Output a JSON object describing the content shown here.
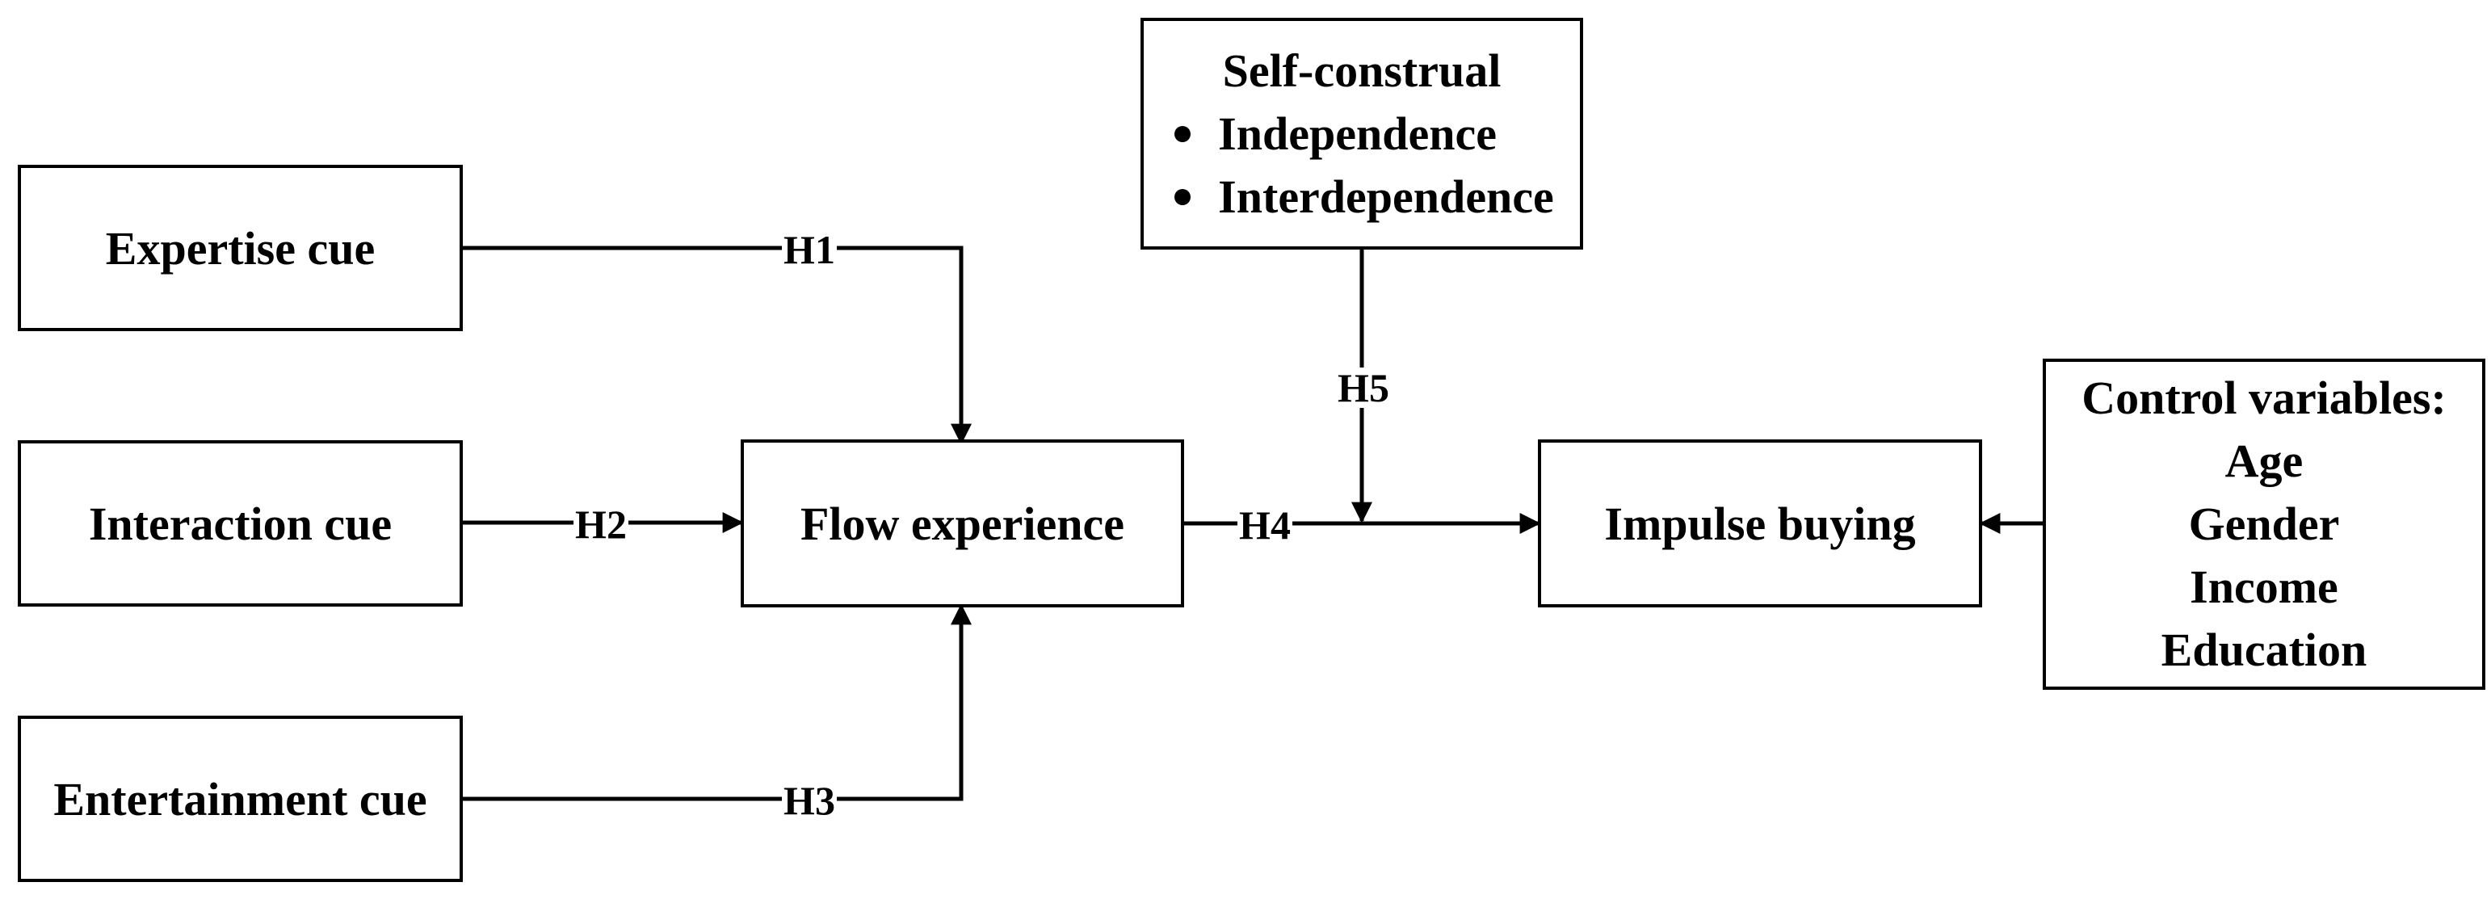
{
  "boxes": {
    "expertise": "Expertise cue",
    "interaction": "Interaction cue",
    "entertainment": "Entertainment cue",
    "flow": "Flow experience",
    "impulse": "Impulse buying",
    "self_construal": {
      "title": "Self-construal",
      "items": [
        "Independence",
        "Interdependence"
      ]
    },
    "controls": {
      "title": "Control variables:",
      "items": [
        "Age",
        "Gender",
        "Income",
        "Education"
      ]
    }
  },
  "hypotheses": {
    "h1": "H1",
    "h2": "H2",
    "h3": "H3",
    "h4": "H4",
    "h5": "H5"
  }
}
